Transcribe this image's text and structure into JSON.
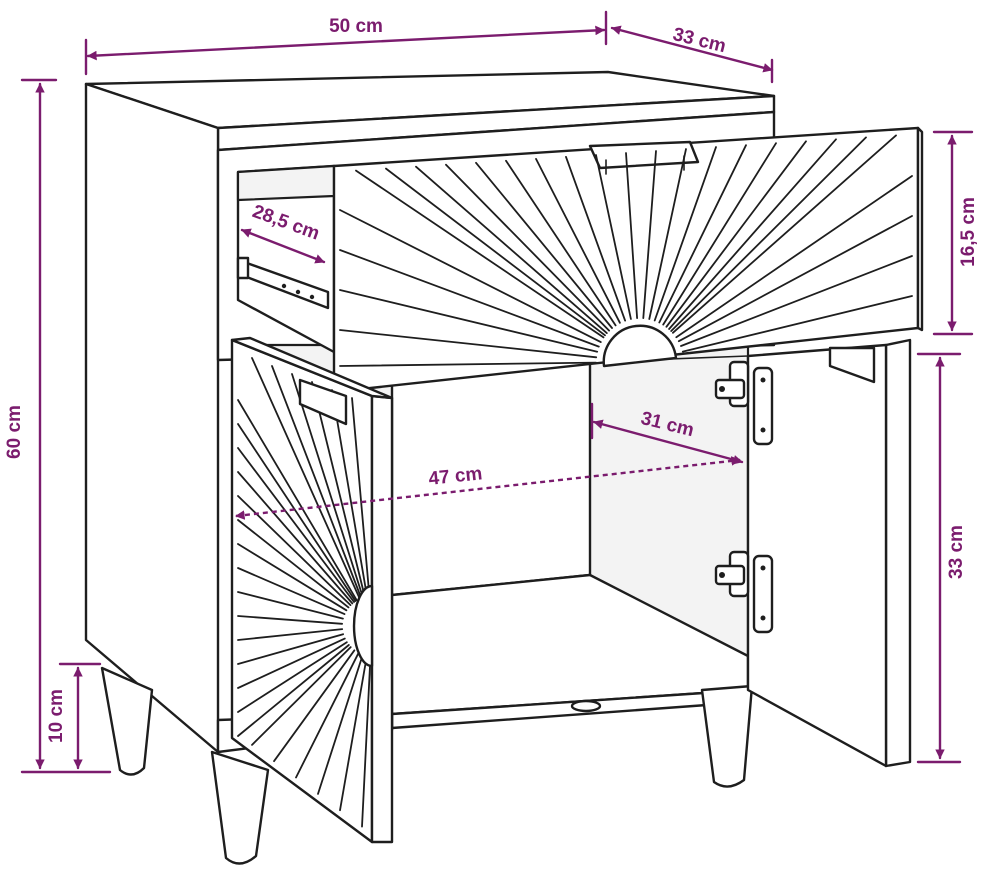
{
  "dimensions": {
    "width": "50 cm",
    "depth": "33 cm",
    "total_height": "60 cm",
    "leg_height": "10 cm",
    "drawer_height": "16,5 cm",
    "drawer_depth": "28,5 cm",
    "door_height": "33 cm",
    "inner_depth": "31 cm",
    "inner_width": "47 cm"
  },
  "colors": {
    "dimension_lines": "#7b1c6e",
    "outline": "#1e1e1e",
    "background": "#ffffff"
  }
}
